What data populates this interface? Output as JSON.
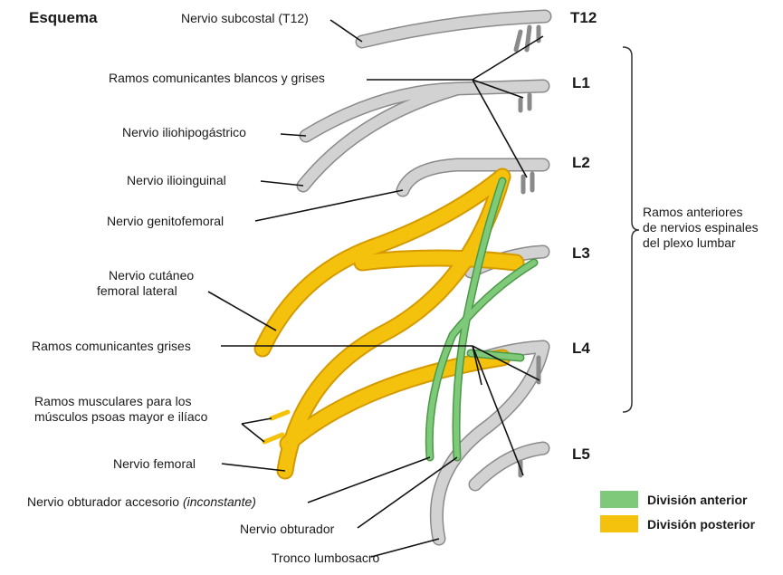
{
  "title": "Esquema",
  "segments": [
    "T12",
    "L1",
    "L2",
    "L3",
    "L4",
    "L5"
  ],
  "labels": {
    "subcostal": "Nervio subcostal (T12)",
    "ramos_bg": "Ramos comunicantes blancos y grises",
    "iliohipogastrico": "Nervio iliohipogástrico",
    "ilioinguinal": "Nervio ilioinguinal",
    "genitofemoral": "Nervio genitofemoral",
    "cutaneo_1": "Nervio cutáneo",
    "cutaneo_2": "femoral lateral",
    "ramos_grises": "Ramos comunicantes grises",
    "musculares_1": "Ramos musculares para los",
    "musculares_2": "músculos psoas mayor e ilíaco",
    "femoral": "Nervio femoral",
    "obturador_acc": "Nervio obturador accesorio ",
    "obturador_acc_note": "(inconstante)",
    "obturador": "Nervio obturador",
    "tronco": "Tronco lumbosacro"
  },
  "brace_label": [
    "Ramos anteriores",
    "de nervios espinales",
    "del plexo lumbar"
  ],
  "legend": [
    {
      "label": "División anterior",
      "color": "#7fc97a"
    },
    {
      "label": "División posterior",
      "color": "#f4c20d"
    }
  ],
  "colors": {
    "nerve_gray": "#c9c9c9",
    "nerve_outline": "#8a8a8a",
    "anterior": "#7fc97a",
    "posterior": "#f4c20d"
  }
}
